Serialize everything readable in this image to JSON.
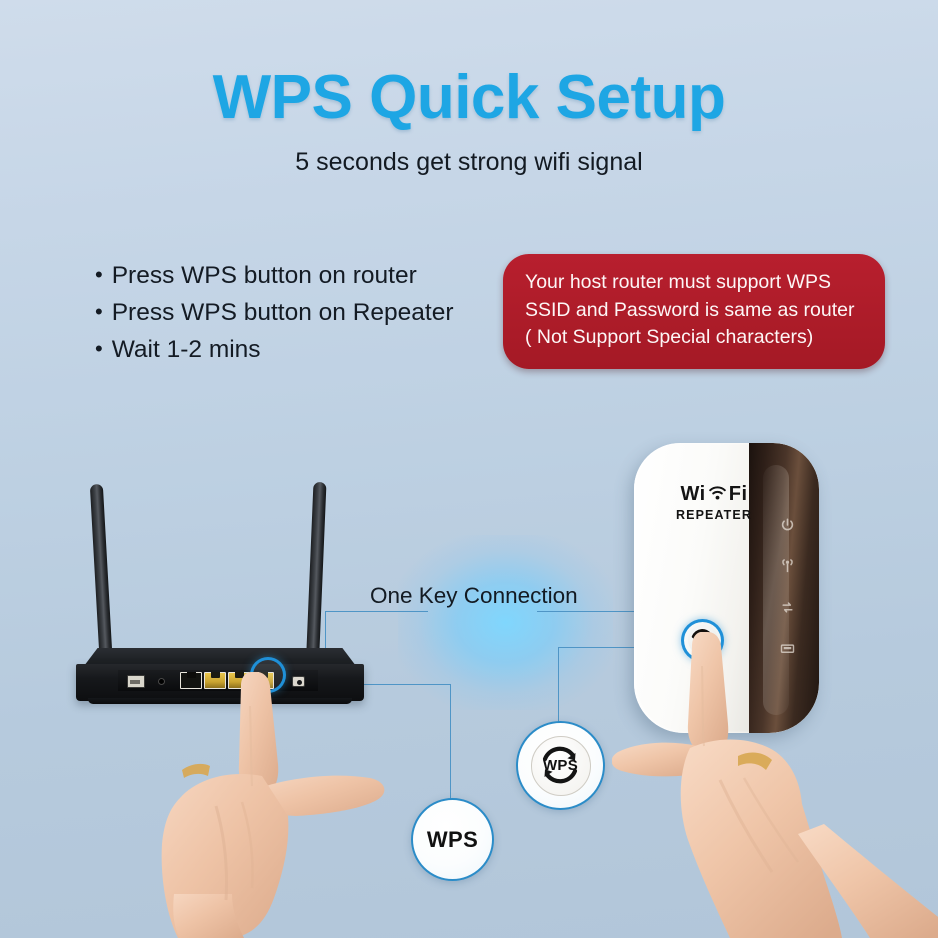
{
  "page": {
    "title": "WPS Quick Setup",
    "subtitle": "5 seconds get strong wifi signal",
    "accent_blue": "#1ea6e4",
    "warning_red": "#b81f2e",
    "line_blue": "#4f95c6",
    "background": "#bdd0e2"
  },
  "steps": {
    "bullet_glyph": "•",
    "items": [
      "Press WPS button on router",
      "Press WPS button on Repeater",
      "Wait 1-2 mins"
    ]
  },
  "warning": {
    "lines": [
      "Your host router must support WPS",
      "SSID and Password is same as router",
      "( Not Support Special characters)"
    ]
  },
  "diagram": {
    "connection_label": "One Key Connection",
    "router_callout_label": "WPS",
    "repeater_callout_label": "WPS"
  },
  "repeater": {
    "brand_wi": "Wi",
    "brand_fi": "Fi",
    "brand_sub": "REPEATER",
    "indicators": [
      {
        "name": "power-icon",
        "label": "Power"
      },
      {
        "name": "wifi-antenna-icon",
        "label": "Wireless"
      },
      {
        "name": "transfer-arrows-icon",
        "label": "Transfer"
      },
      {
        "name": "lan-port-icon",
        "label": "LAN"
      }
    ]
  },
  "router": {
    "ports": [
      {
        "name": "usb-port",
        "type": "usb"
      },
      {
        "name": "reset-pinhole",
        "type": "pinhole"
      },
      {
        "name": "wan-port",
        "type": "wan"
      },
      {
        "name": "lan-port-1",
        "type": "lan"
      },
      {
        "name": "lan-port-2",
        "type": "lan"
      },
      {
        "name": "lan-port-3",
        "type": "lan"
      },
      {
        "name": "wps-button",
        "type": "button"
      },
      {
        "name": "power-jack",
        "type": "power"
      }
    ]
  }
}
